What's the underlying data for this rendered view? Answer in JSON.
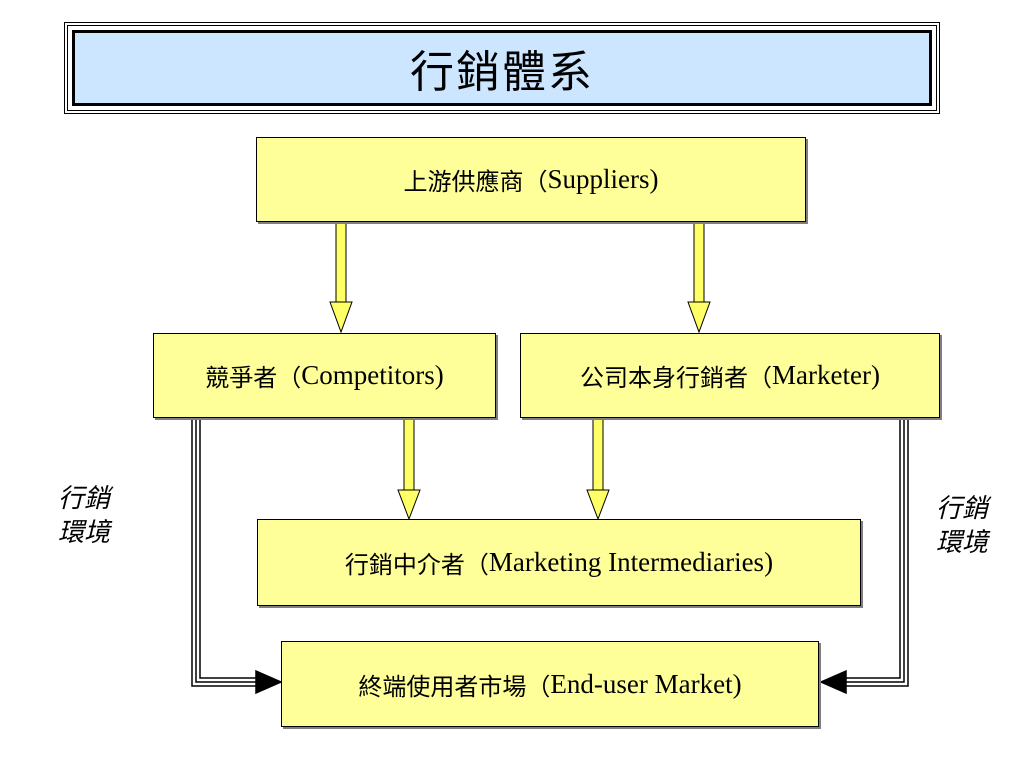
{
  "title": "行銷體系",
  "nodes": {
    "suppliers": {
      "cn": "上游供應商（",
      "en": "Suppliers)"
    },
    "competitors": {
      "cn": "競爭者（",
      "en": "Competitors)"
    },
    "marketer": {
      "cn": "公司本身行銷者（",
      "en": "Marketer)"
    },
    "intermediaries": {
      "cn": "行銷中介者（",
      "en": "Marketing Intermediaries)"
    },
    "enduser": {
      "cn": "終端使用者市場（",
      "en": "End-user Market)"
    }
  },
  "side_labels": {
    "left": {
      "line1": "行銷",
      "line2": "環境"
    },
    "right": {
      "line1": "行銷",
      "line2": "環境"
    }
  },
  "colors": {
    "title_fill": "#cce6ff",
    "box_fill": "#ffff99",
    "arrow_fill": "#ffff66"
  }
}
